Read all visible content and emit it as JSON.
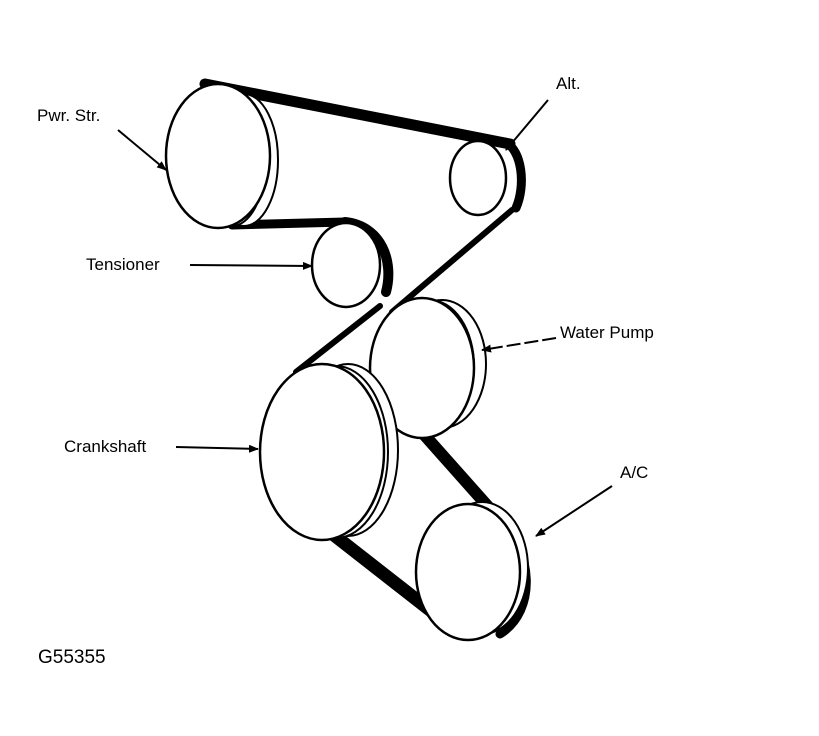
{
  "labels": {
    "pwr_str": "Pwr. Str.",
    "alt": "Alt.",
    "tensioner": "Tensioner",
    "water_pump": "Water Pump",
    "crankshaft": "Crankshaft",
    "ac": "A/C"
  },
  "figure_code": "G55355",
  "colors": {
    "ink": "#000000",
    "paper": "#ffffff"
  }
}
